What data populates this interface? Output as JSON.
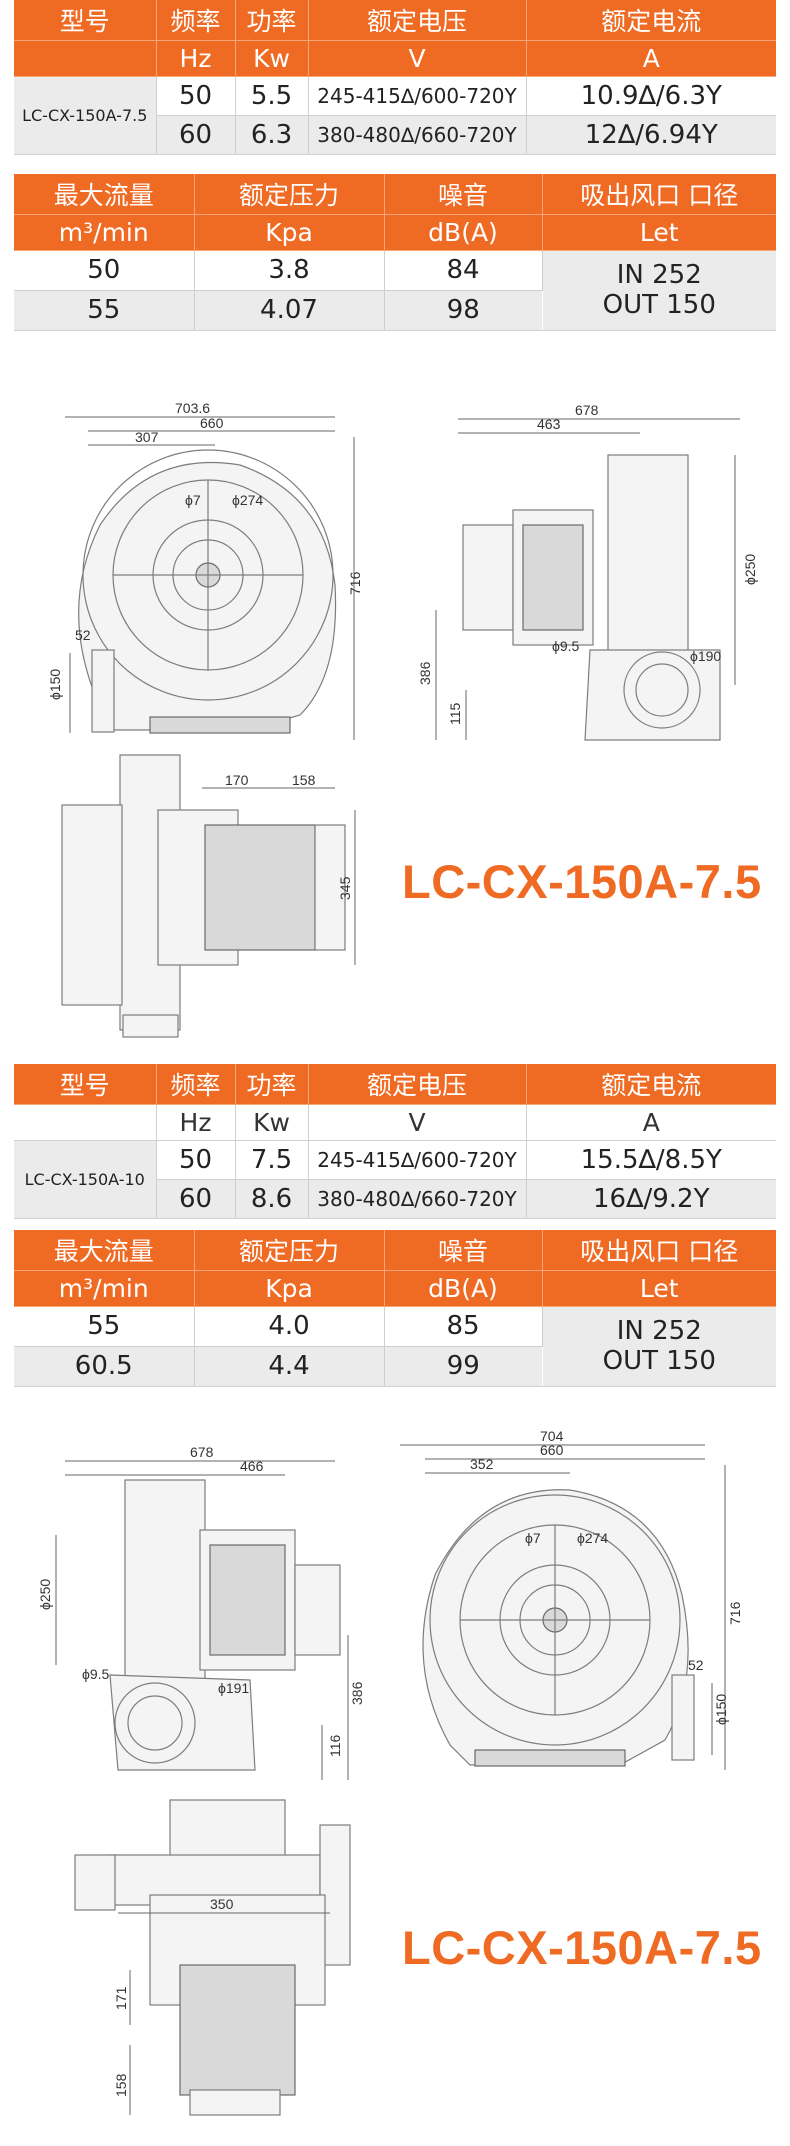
{
  "spec_headers": {
    "model": "型号",
    "freq": "频率",
    "power": "功率",
    "voltage": "额定电压",
    "current": "额定电流",
    "unit_freq": "Hz",
    "unit_power": "Kw",
    "unit_voltage": "V",
    "unit_current": "A",
    "flow": "最大流量",
    "pressure": "额定压力",
    "noise": "噪音",
    "port": "吸出风口 口径",
    "unit_flow": "m³/min",
    "unit_pressure": "Kpa",
    "unit_noise": "dB(A)",
    "unit_port": "Let"
  },
  "models": [
    {
      "name": "LC-CX-150A-7.5",
      "rows": [
        {
          "hz": "50",
          "kw": "5.5",
          "v": "245-415∆/600-720Y",
          "a": "10.9∆/6.3Y"
        },
        {
          "hz": "60",
          "kw": "6.3",
          "v": "380-480∆/660-720Y",
          "a": "12∆/6.94Y"
        }
      ],
      "perf": [
        {
          "flow": "50",
          "pressure": "3.8",
          "noise": "84"
        },
        {
          "flow": "55",
          "pressure": "4.07",
          "noise": "98"
        }
      ],
      "port_in": "IN 252",
      "port_out": "OUT 150",
      "drawing_title": "LC-CX-150A-7.5",
      "dims": {
        "front_w1": "703.6",
        "front_w2": "660",
        "front_w3": "307",
        "front_h": "716",
        "front_phi7": "ϕ7",
        "front_phi274": "ϕ274",
        "front_52": "52",
        "front_phi150": "ϕ150",
        "side_w": "678",
        "side_w2": "463",
        "side_phi250": "ϕ250",
        "side_386": "386",
        "side_115": "115",
        "side_phi95": "ϕ9.5",
        "side_phi190": "ϕ190",
        "top_170": "170",
        "top_158": "158",
        "top_345": "345"
      }
    },
    {
      "name": "LC-CX-150A-10",
      "rows": [
        {
          "hz": "50",
          "kw": "7.5",
          "v": "245-415∆/600-720Y",
          "a": "15.5∆/8.5Y"
        },
        {
          "hz": "60",
          "kw": "8.6",
          "v": "380-480∆/660-720Y",
          "a": "16∆/9.2Y"
        }
      ],
      "perf": [
        {
          "flow": "55",
          "pressure": "4.0",
          "noise": "85"
        },
        {
          "flow": "60.5",
          "pressure": "4.4",
          "noise": "99"
        }
      ],
      "port_in": "IN 252",
      "port_out": "OUT 150",
      "drawing_title": "LC-CX-150A-7.5",
      "dims": {
        "side_w": "678",
        "side_w2": "466",
        "side_phi250": "ϕ250",
        "side_phi95": "ϕ9.5",
        "side_phi191": "ϕ191",
        "side_386": "386",
        "side_116": "116",
        "front_w1": "704",
        "front_w2": "660",
        "front_w3": "352",
        "front_phi7": "ϕ7",
        "front_phi274": "ϕ274",
        "front_h": "716",
        "front_52": "52",
        "front_phi150": "ϕ150",
        "top_350": "350",
        "top_171": "171",
        "top_158": "158"
      }
    }
  ]
}
